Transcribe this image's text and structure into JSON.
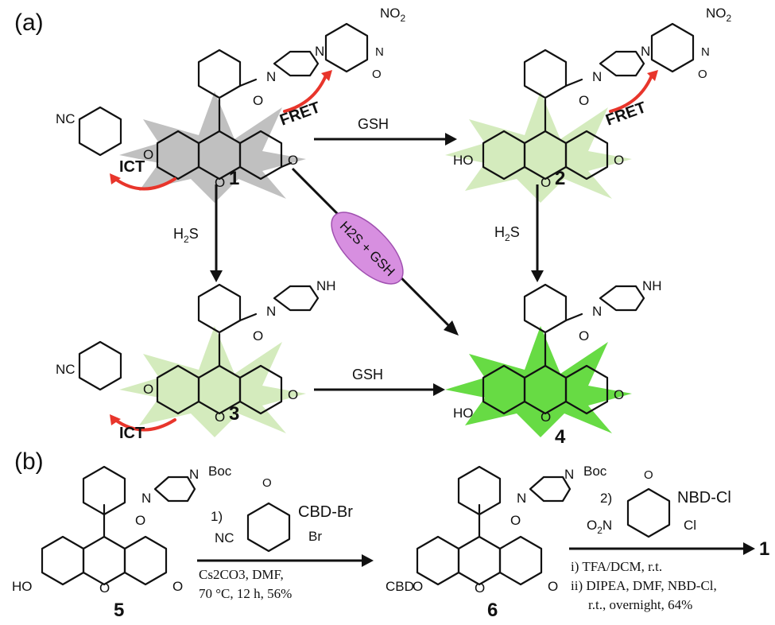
{
  "panels": {
    "a": "(a)",
    "b": "(b)"
  },
  "compounds": {
    "c1": "1",
    "c2": "2",
    "c3": "3",
    "c4": "4",
    "c5": "5",
    "c6": "6",
    "product": "1"
  },
  "labels": {
    "fret": "FRET",
    "ict": "ICT",
    "no2": "NO",
    "no2_sub": "2",
    "nc": "NC",
    "ho": "HO",
    "o": "O",
    "nh": "NH",
    "n": "N",
    "boc": "Boc",
    "cbd": "CBD",
    "br": "Br",
    "cl": "Cl",
    "o2n": "O",
    "o2n_sub": "2",
    "o2n_n": "N"
  },
  "reagents": {
    "gsh_top": "GSH",
    "gsh_bottom": "GSH",
    "h2s_left_pre": "H",
    "h2s_left_sub": "2",
    "h2s_left_post": "S",
    "h2s_right_pre": "H",
    "h2s_right_sub": "2",
    "h2s_right_post": "S",
    "ellipse_text": "H2S + GSH"
  },
  "step1": {
    "number": "1)",
    "reagent_name": "CBD-Br",
    "conditions_line1": "Cs2CO3, DMF,",
    "conditions_line2": "70 °C, 12 h, 56%"
  },
  "step2": {
    "number": "2)",
    "reagent_name": "NBD-Cl",
    "conditions_line1": "i) TFA/DCM, r.t.",
    "conditions_line2": "ii) DIPEA, DMF, NBD-Cl,",
    "conditions_line3": "r.t., overnight, 64%"
  },
  "colors": {
    "gray_glow": "#8c8c8c",
    "light_green_glow": "#c9e6ad",
    "bright_green_glow": "#5fd93a",
    "ellipse_fill": "#d78fe0",
    "red_arrow": "#e8352b"
  }
}
